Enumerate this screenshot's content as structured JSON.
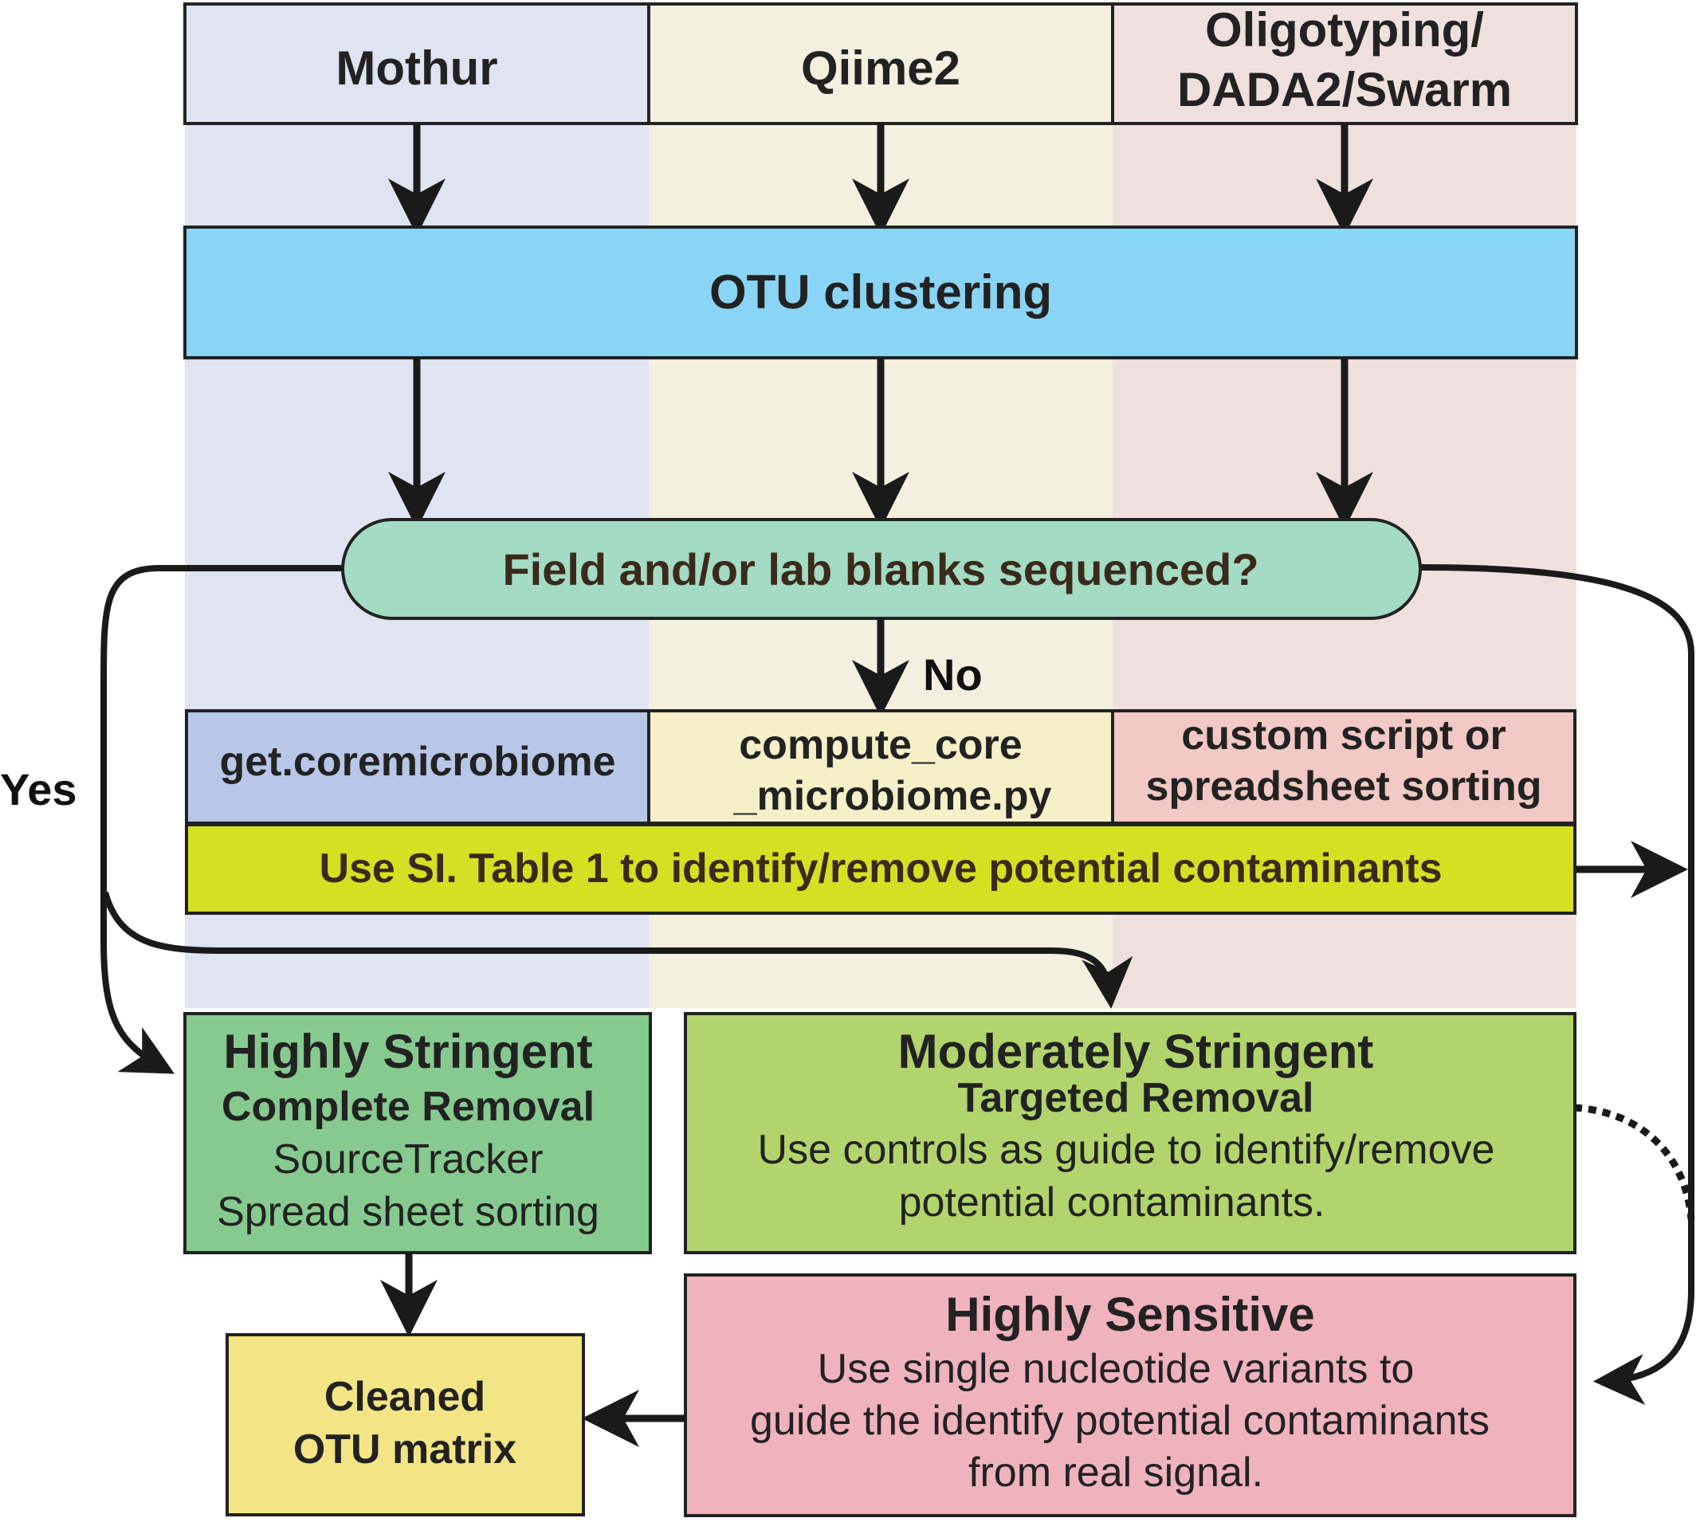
{
  "tools": {
    "mothur": "Mothur",
    "qiime2": "Qiime2",
    "oligotyping_line1": "Oligotyping/",
    "oligotyping_line2": "DADA2/Swarm"
  },
  "otu_clustering": "OTU clustering",
  "decision": "Field and/or lab blanks sequenced?",
  "labels": {
    "no": "No",
    "yes": "Yes"
  },
  "core_tools": {
    "mothur": "get.coremicrobiome",
    "qiime_line1": "compute_core",
    "qiime_line2": "_microbiome.py",
    "custom_line1": "custom script or",
    "custom_line2": "spreadsheet sorting"
  },
  "si_table": "Use SI. Table 1 to identify/remove potential contaminants",
  "highly_stringent": {
    "title": "Highly Stringent",
    "subtitle": "Complete Removal",
    "line1": "SourceTracker",
    "line2": "Spread sheet sorting"
  },
  "moderately_stringent": {
    "title": "Moderately Stringent",
    "subtitle": "Targeted Removal",
    "line1": "Use controls as guide to identify/remove",
    "line2": "potential contaminants."
  },
  "highly_sensitive": {
    "title": "Highly Sensitive",
    "line1": "Use single nucleotide variants to",
    "line2": "guide the identify potential contaminants",
    "line3": "from real signal."
  },
  "cleaned": {
    "line1": "Cleaned",
    "line2": "OTU matrix"
  },
  "colors": {
    "mothur_column": "#e0e3f1",
    "qiime_column": "#f3f0df",
    "oligo_column": "#efe0de",
    "otu_box": "#8ad4f5",
    "decision_box": "#a3dbc5",
    "decision_text": "#3b2a1a",
    "mothur_core": "#b8c7e8",
    "qiime_core": "#f5f0c8",
    "custom_core": "#f2c9c4",
    "si_table": "#d6e022",
    "highly_stringent": "#86ca90",
    "moderately_stringent": "#b2d46c",
    "highly_sensitive": "#f0b3bd",
    "cleaned": "#f3e585"
  }
}
